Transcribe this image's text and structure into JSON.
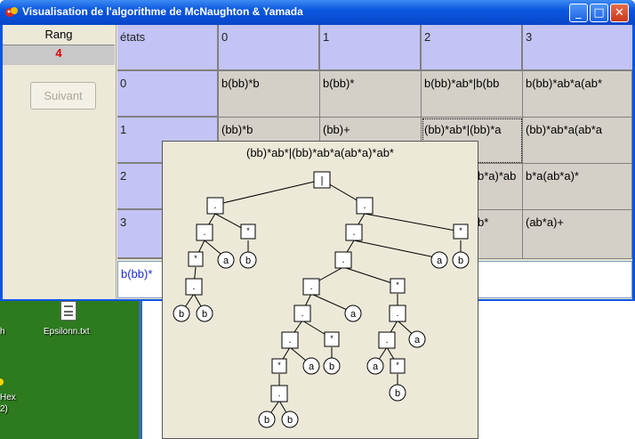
{
  "window": {
    "title": "Visualisation de l'algorithme de McNaughton & Yamada",
    "minimize_glyph": "_",
    "maximize_glyph": "□",
    "close_glyph": "✕"
  },
  "left_panel": {
    "rang_label": "Rang",
    "rang_value": "4",
    "next_button": "Suivant"
  },
  "grid": {
    "corner": "états",
    "columns": [
      "0",
      "1",
      "2",
      "3"
    ],
    "rows": [
      {
        "header": "0",
        "cells": [
          "b(bb)*b",
          "b(bb)*",
          "b(bb)*ab*|b(bb",
          "b(bb)*ab*a(ab*"
        ]
      },
      {
        "header": "1",
        "cells": [
          "(bb)*b",
          "(bb)+",
          "(bb)*ab*|(bb)*a",
          "(bb)*ab*a(ab*a"
        ]
      },
      {
        "header": "2",
        "cells": [
          "",
          "",
          "b*a)*ab",
          "b*a(ab*a)*"
        ]
      },
      {
        "header": "3",
        "cells": [
          "",
          "",
          "b*",
          "(ab*a)+"
        ]
      }
    ]
  },
  "bottom_field": {
    "value": "b(bb)*"
  },
  "tree": {
    "title": "(bb)*ab*|(bb)*ab*a(ab*a)*ab*",
    "nodes": {
      "root": "|",
      "n1": ".",
      "n2": "*",
      "n3": "*",
      "n4": ".",
      "n5": "b",
      "n6": "b",
      "n7": "a",
      "n8": "b",
      "m1": ".",
      "m2": "*",
      "m3": ".",
      "m4": "a",
      "m5": "b",
      "m6": ".",
      "m7": ".",
      "m8": "*",
      "m9": ".",
      "m10": "a",
      "m11": ".",
      "m12": "*",
      "m13": "*",
      "m14": "a",
      "m15": ".",
      "m16": "b",
      "m17": "b",
      "m18": "a",
      "m19": "*",
      "m20": "a",
      "m21": "b",
      "m22": "b"
    }
  },
  "desktop": {
    "file_label": "Epsilonn.txt",
    "left_label_1": "h",
    "left_label_2": "Hex",
    "left_label_3": "2)"
  },
  "colors": {
    "header_bg": "#c3c3f5",
    "cell_bg": "#d4d0c8",
    "rang_value": "#e00000",
    "titlebar": "#0a57e0"
  }
}
